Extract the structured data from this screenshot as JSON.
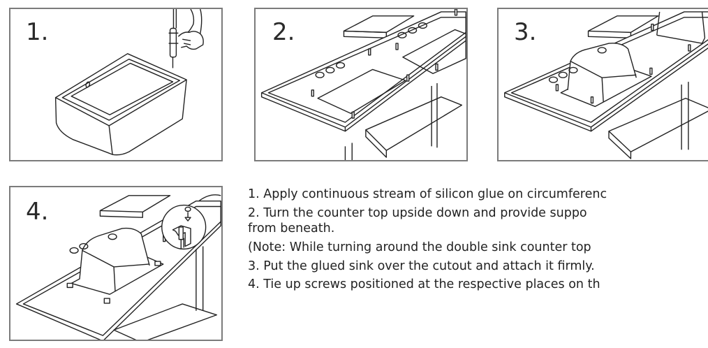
{
  "steps": [
    {
      "label": "1."
    },
    {
      "label": "2."
    },
    {
      "label": "3."
    },
    {
      "label": "4."
    }
  ],
  "instructions": {
    "line1": "1. Apply continuous stream of silicon glue on circumferenc",
    "line2a": "2. Turn the counter top upside down and provide suppo",
    "line2b": "from beneath.",
    "note": "(Note: While turning around the double sink counter top",
    "line3": "3. Put the glued sink over the cutout and attach it firmly.",
    "line4": "4. Tie up screws positioned at the respective places on th"
  },
  "colors": {
    "border": "#7b7b7b",
    "line": "#222222",
    "text": "#222222"
  },
  "icons": [
    "silicon-glue-gun-icon",
    "hand-icon",
    "screw-clamp-detail-icon"
  ]
}
